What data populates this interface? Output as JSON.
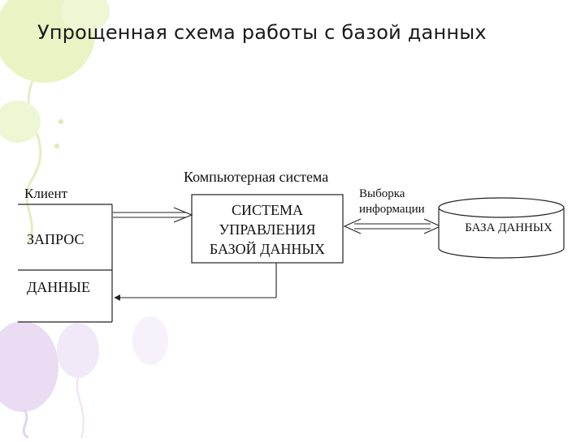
{
  "slide": {
    "title": "Упрощенная схема работы с базой данных"
  },
  "diagram": {
    "client_label": "Клиент",
    "request_label": "ЗАПРОС",
    "data_label": "ДАННЫЕ",
    "computer_system_label": "Компьютерная система",
    "dbms_lines": [
      "СИСТЕМА",
      "УПРАВЛЕНИЯ",
      "БАЗОЙ ДАННЫХ"
    ],
    "selection_lines": [
      "Выборка",
      "информации"
    ],
    "database_label": "БАЗА ДАННЫХ"
  },
  "colors": {
    "balloon_green": "#e9f3c4",
    "balloon_lilac": "#e9dcf3",
    "line": "#222222"
  }
}
